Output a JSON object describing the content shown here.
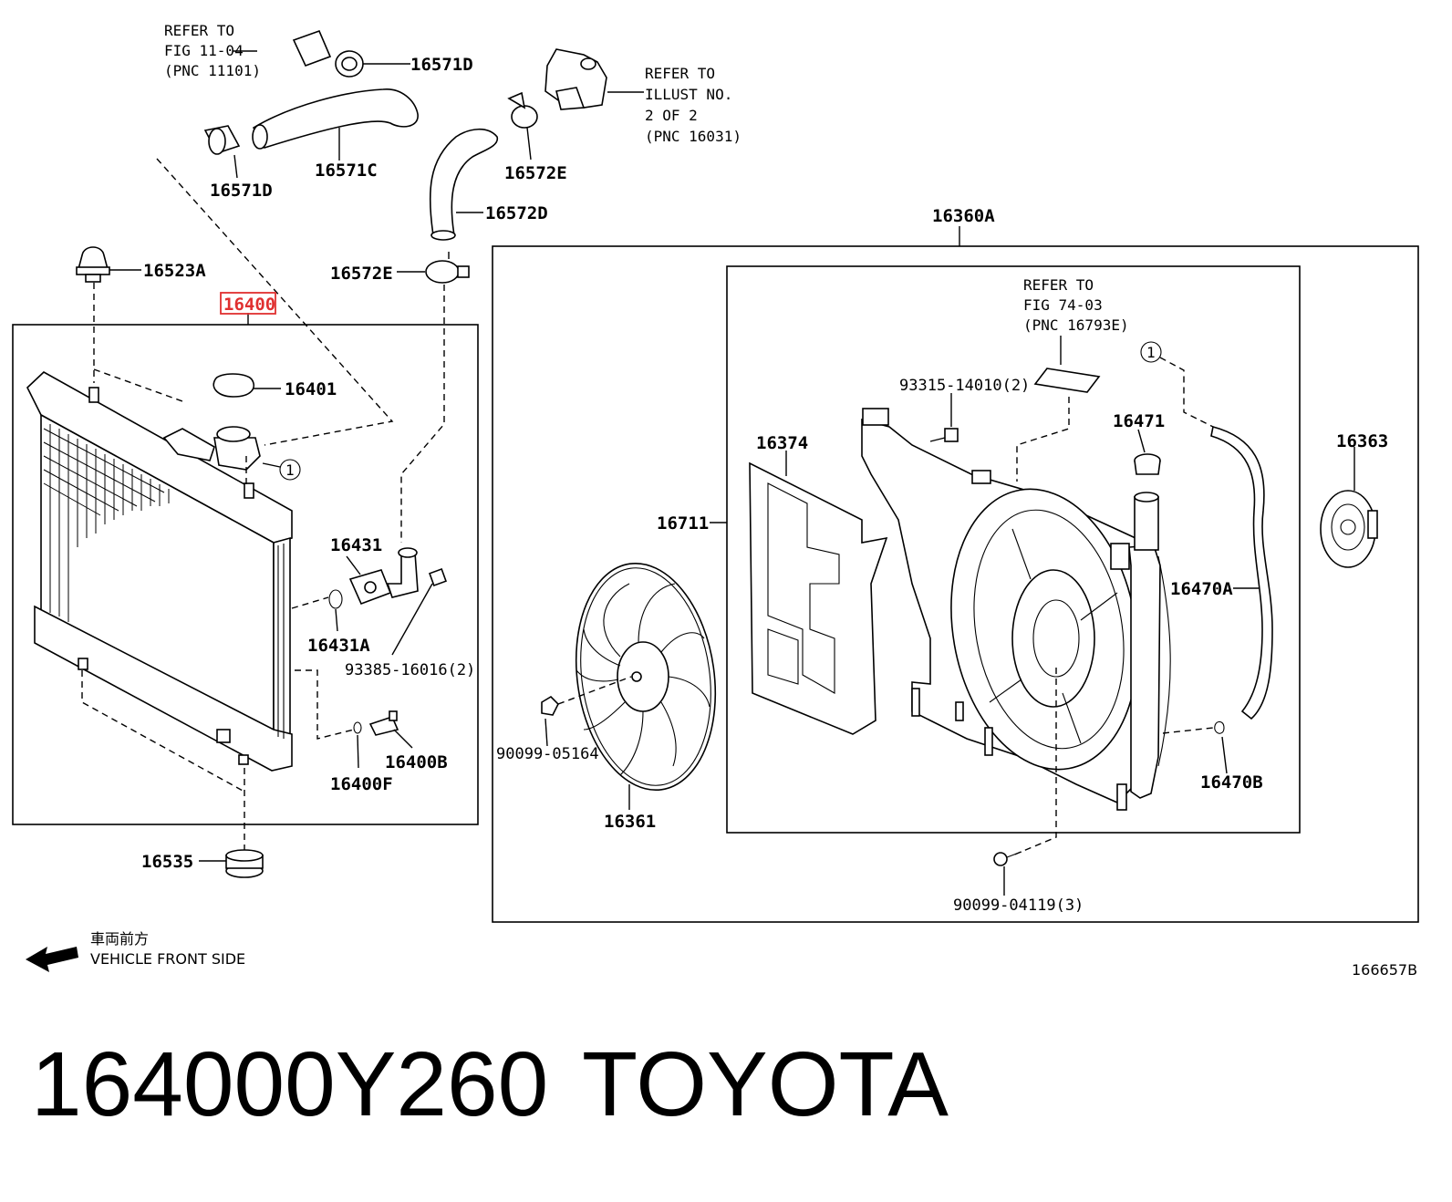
{
  "diagram": {
    "part_labels": {
      "p16571D_top": "16571D",
      "p16571C": "16571C",
      "p16571D_left": "16571D",
      "p16572E_top": "16572E",
      "p16572D": "16572D",
      "p16572E_mid": "16572E",
      "p16523A": "16523A",
      "p16400": "16400",
      "p16401": "16401",
      "p16431": "16431",
      "p16431A": "16431A",
      "p93385": "93385-16016(2)",
      "p16400B": "16400B",
      "p16400F": "16400F",
      "p16535": "16535",
      "p16360A": "16360A",
      "p93315": "93315-14010(2)",
      "p16471": "16471",
      "p16363": "16363",
      "p16374": "16374",
      "p16711": "16711",
      "p16470A": "16470A",
      "p90099_05164": "90099-05164",
      "p16361": "16361",
      "p16470B": "16470B",
      "p90099_04119": "90099-04119(3)"
    },
    "refer_notes": {
      "fig1104": [
        "REFER TO",
        "FIG 11-04",
        "(PNC 11101)"
      ],
      "illust": [
        "REFER TO",
        "ILLUST NO.",
        "2 OF 2",
        "(PNC 16031)"
      ],
      "fig7403": [
        "REFER TO",
        "FIG 74-03",
        "(PNC 16793E)"
      ]
    },
    "circle_ref": "1",
    "direction": {
      "jp": "車両前方",
      "en": "VEHICLE FRONT SIDE"
    },
    "illustration_id": "166657B",
    "highlight_color": "#e03030"
  },
  "footer": {
    "part_number": "164000Y260",
    "brand": "TOYOTA"
  }
}
